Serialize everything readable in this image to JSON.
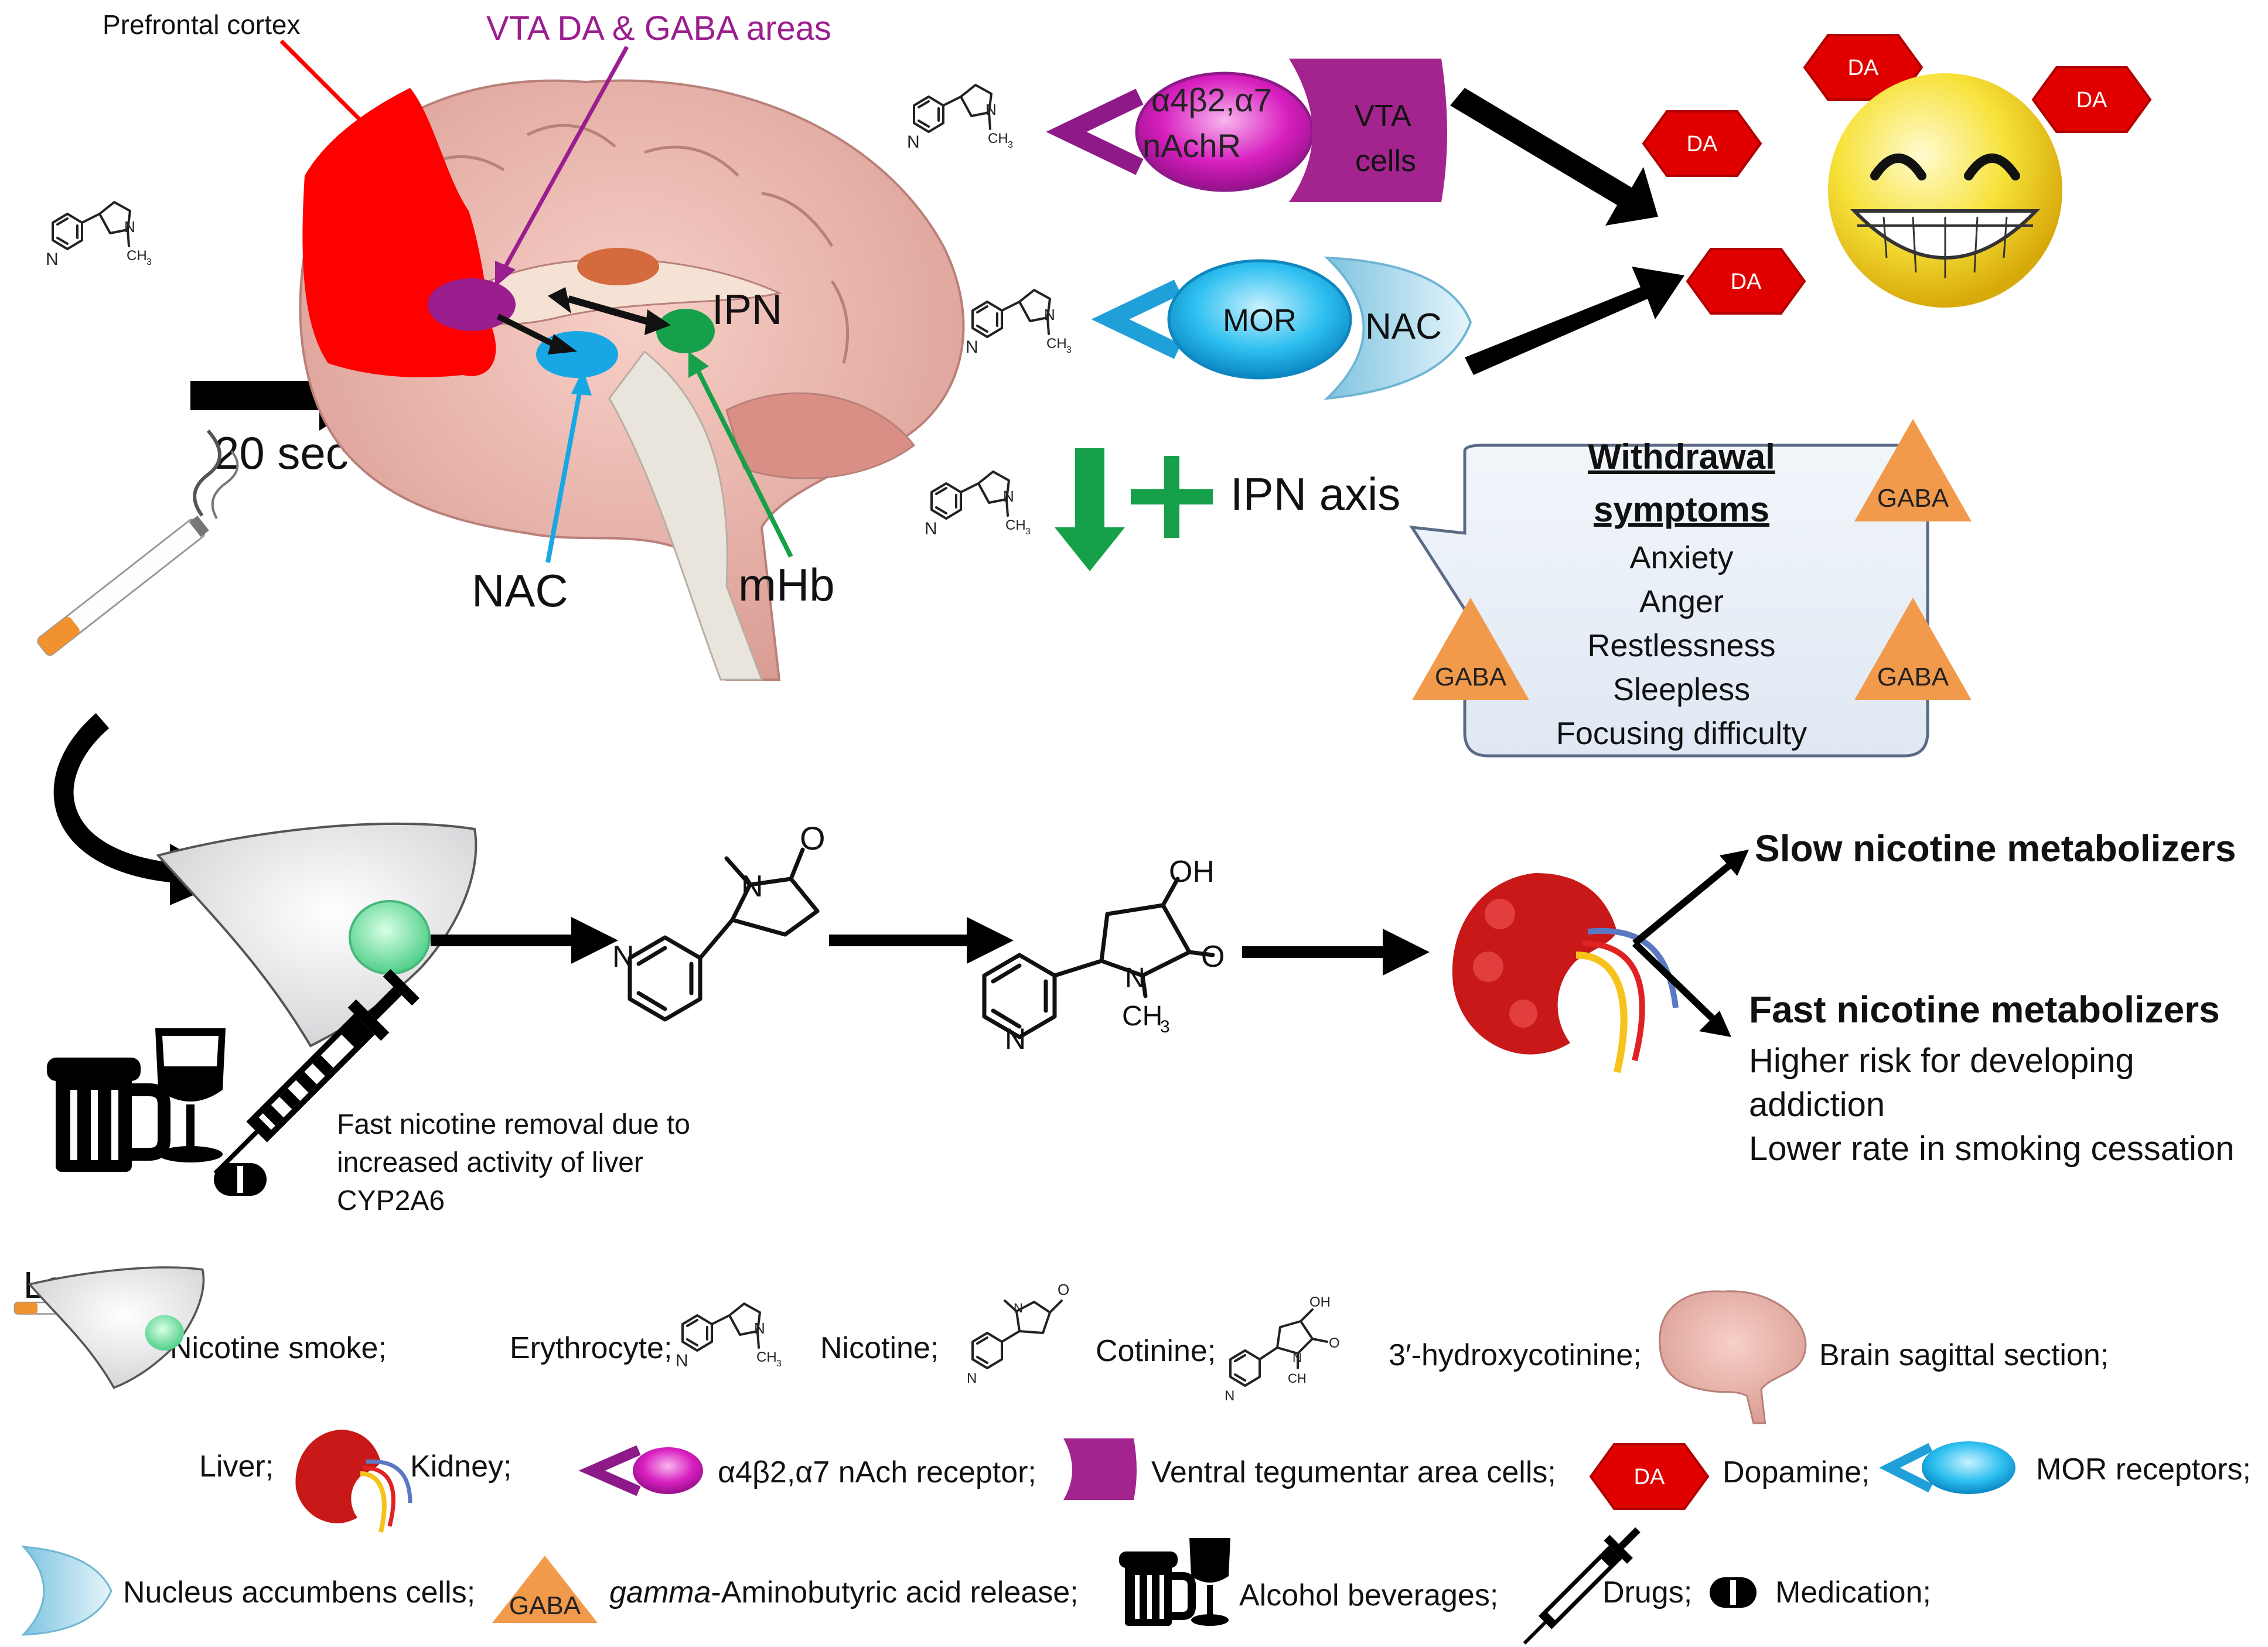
{
  "brain": {
    "prefrontal": "Prefrontal cortex",
    "vta": "VTA DA & GABA areas",
    "ipn": "IPN",
    "nac": "NAC",
    "mhb": "mHb",
    "delay": "20 sec"
  },
  "pathways": {
    "receptor_line1": "α4β2,α7",
    "receptor_line2": "nAchR",
    "vta_line1": "VTA",
    "vta_line2": "cells",
    "mor": "MOR",
    "nac": "NAC",
    "ipn_axis": "IPN axis",
    "da": "DA",
    "gaba": "GABA"
  },
  "withdrawal": {
    "title_line1": "Withdrawal",
    "title_line2": "symptoms",
    "symptoms": [
      "Anxiety",
      "Anger",
      "Restlessness",
      "Sleepless",
      "Focusing difficulty"
    ]
  },
  "metabolism": {
    "liver_note": [
      "Fast nicotine removal due to",
      "increased activity of liver",
      "CYP2A6"
    ],
    "slow": "Slow nicotine metabolizers",
    "fast": "Fast nicotine metabolizers",
    "fast_notes": [
      "Higher risk for developing",
      "addiction",
      "Lower rate in smoking cessation"
    ]
  },
  "chem": {
    "ch3": "CH",
    "sub3": "3",
    "n": "N",
    "o": "O",
    "oh": "OH"
  },
  "legend": {
    "title": "Legend",
    "smoke": "Nicotine smoke;",
    "erythrocyte": "Erythrocyte;",
    "nicotine": "Nicotine;",
    "cotinine": "Cotinine;",
    "hydroxycotinine": "3′-hydroxycotinine;",
    "brain": "Brain sagittal section;",
    "liver": "Liver;",
    "kidney": "Kidney;",
    "receptor": "α4β2,α7 nAch receptor;",
    "vta_cells": "Ventral tegumentar area cells;",
    "dopamine": "Dopamine;",
    "mor": "MOR receptors;",
    "nac_cells": "Nucleus accumbens cells;",
    "gaba_italic": "gamma",
    "gaba_rest": "-Aminobutyric acid release;",
    "alcohol": "Alcohol beverages;",
    "drugs": "Drugs;",
    "medication": "Medication;"
  },
  "colors": {
    "prefrontal": "#ff0000",
    "vta_area": "#9b1e8e",
    "nac_area": "#18a7e5",
    "mhb_area": "#16a04a",
    "receptor": "#d01fb7",
    "mor": "#1fb4ea",
    "dopamine": "#e10000",
    "gaba": "#f29a4b",
    "arrow": "#000000"
  },
  "icons": [
    "nicotine-molecule-icon",
    "erythrocyte-icon",
    "cigarette-icon",
    "brain-icon",
    "liver-icon",
    "kidney-icon",
    "smiley-icon",
    "beer-mug-icon",
    "wine-glass-icon",
    "syringe-icon",
    "pill-icon"
  ]
}
